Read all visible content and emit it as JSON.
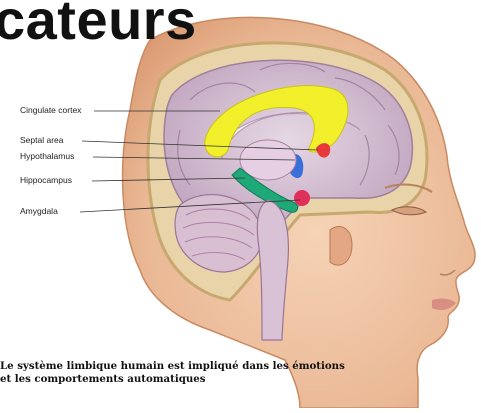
{
  "title": "cateurs",
  "labels": {
    "cingulate": "Cingulate cortex",
    "septal": "Septal area",
    "hypothalamus": "Hypothalamus",
    "hippocampus": "Hippocampus",
    "amygdala": "Amygdala"
  },
  "caption": {
    "line1": "Le système limbique humain est impliqué dans les émotions",
    "line2": "et les comportements automatiques"
  },
  "colors": {
    "cingulate": "#f2f02a",
    "septal": "#e83a3a",
    "hypothalamus": "#3a6fd8",
    "hippocampus": "#1fa878",
    "amygdala": "#e0305a",
    "skin": "#f1c6a3",
    "brain": "#c9b4c8"
  }
}
